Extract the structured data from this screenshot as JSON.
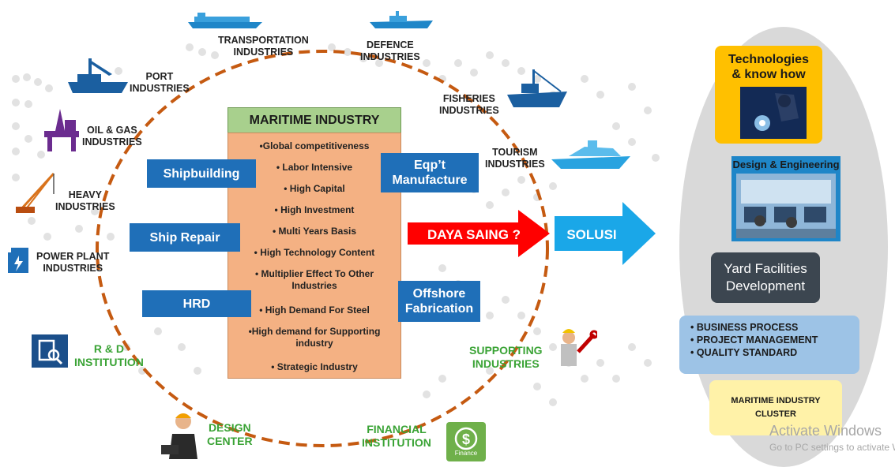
{
  "industries": {
    "transportation": "TRANSPORTATION\nINDUSTRIES",
    "defence": "DEFENCE\nINDUSTRIES",
    "port": "PORT\nINDUSTRIES",
    "fisheries": "FISHERIES\nINDUSTRIES",
    "oil_gas": "OIL & GAS\nINDUSTRIES",
    "tourism": "TOURISM\nINDUSTRIES",
    "heavy": "HEAVY\nINDUSTRIES",
    "power_plant": "POWER PLANT\nINDUSTRIES",
    "rd": "R & D\nINSTITUTION",
    "supporting": "SUPPORTING\nINDUSTRIES",
    "design_center": "DESIGN\nCENTER",
    "financial": "FINANCIAL\nINSTITUTION"
  },
  "maritime": {
    "title": "MARITIME INDUSTRY",
    "items": [
      "•Global competitiveness",
      "• Labor Intensive",
      "• High Capital",
      "• High Investment",
      "• Multi Years Basis",
      "• High Technology Content",
      "• Multiplier Effect To Other Industries",
      "• High Demand For Steel",
      "•High demand for Supporting industry",
      "• Strategic Industry"
    ]
  },
  "sectors": {
    "shipbuilding": "Shipbuilding",
    "ship_repair": "Ship Repair",
    "hrd": "HRD",
    "eqpt": "Eqp’t\nManufacture",
    "offshore": "Offshore\nFabrication"
  },
  "arrows": {
    "daya_saing": "DAYA SAING ?",
    "solusi": "SOLUSI"
  },
  "solutions": {
    "technologies": "Technologies\n& know how",
    "design_engineering": "Design & Engineering",
    "yard": "Yard Facilities\nDevelopment",
    "process_items": [
      "BUSINESS PROCESS",
      "PROJECT MANAGEMENT",
      "QUALITY STANDARD"
    ],
    "cluster": "MARITIME INDUSTRY\nCLUSTER"
  },
  "watermark": {
    "line1": "Activate Windows",
    "line2": "Go to PC settings to activate Windows."
  },
  "finance_icon_text": "Finance",
  "colors": {
    "blue_box": "#1f6fb8",
    "red_arrow": "#ff0000",
    "solusi_arrow": "#1aa7e8",
    "maritime_header": "#a8d08d",
    "maritime_body": "#f4b183",
    "dashed_circle": "#c55a11",
    "green_text": "#3aa335",
    "tech_box": "#ffc000",
    "yard_box": "#3c4650",
    "process_box": "#9dc3e6",
    "cluster_box": "#fff2a8"
  }
}
